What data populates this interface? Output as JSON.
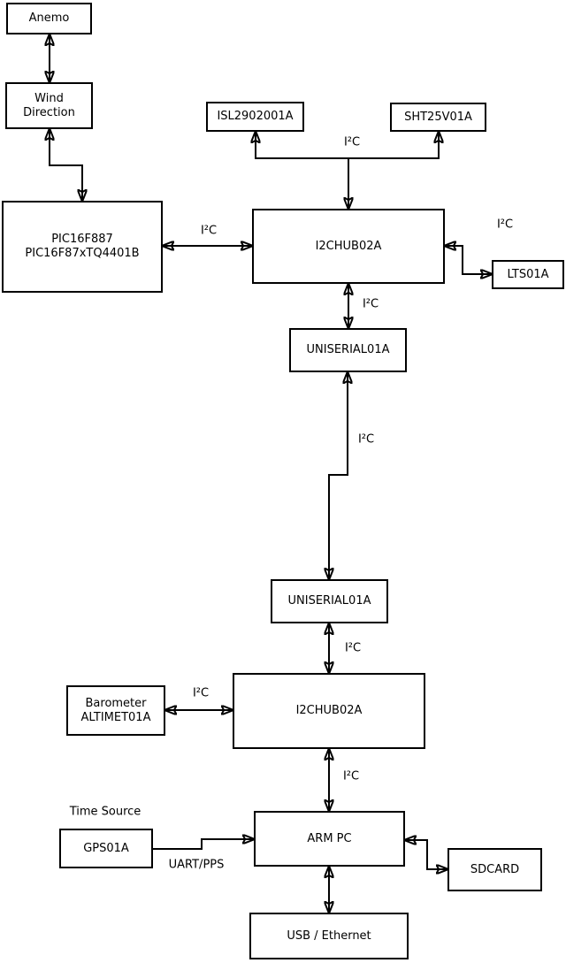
{
  "colors": {
    "line": "#000000",
    "box_fill": "#ffffff",
    "background": "#ffffff"
  },
  "nodes": [
    {
      "id": "anemo",
      "label": "Anemo"
    },
    {
      "id": "wind",
      "label": "Wind\nDirection"
    },
    {
      "id": "pic",
      "label": "PIC16F887\nPIC16F87xTQ4401B"
    },
    {
      "id": "isl",
      "label": "ISL2902001A"
    },
    {
      "id": "sht",
      "label": "SHT25V01A"
    },
    {
      "id": "i2chub-1",
      "label": "I2CHUB02A"
    },
    {
      "id": "lts",
      "label": "LTS01A"
    },
    {
      "id": "uniserial-1",
      "label": "UNISERIAL01A"
    },
    {
      "id": "uniserial-2",
      "label": "UNISERIAL01A"
    },
    {
      "id": "barometer",
      "label": "Barometer\nALTIMET01A"
    },
    {
      "id": "i2chub-2",
      "label": "I2CHUB02A"
    },
    {
      "id": "armpc",
      "label": "ARM PC"
    },
    {
      "id": "gps",
      "label": "GPS01A"
    },
    {
      "id": "sdcard",
      "label": "SDCARD"
    },
    {
      "id": "usb",
      "label": "USB / Ethernet"
    }
  ],
  "labels": [
    {
      "id": "i2c-bus-top",
      "text": "I²C"
    },
    {
      "id": "i2c-pic-hub1",
      "text": "I²C"
    },
    {
      "id": "i2c-hub1-lts",
      "text": "I²C"
    },
    {
      "id": "i2c-hub1-uniserial1",
      "text": "I²C"
    },
    {
      "id": "i2c-uniserial-link",
      "text": "I²C"
    },
    {
      "id": "i2c-uniserial2-hub2",
      "text": "I²C"
    },
    {
      "id": "i2c-barometer-hub2",
      "text": "I²C"
    },
    {
      "id": "i2c-hub2-armpc",
      "text": "I²C"
    },
    {
      "id": "uart-pps",
      "text": "UART/PPS"
    },
    {
      "id": "time-source",
      "text": "Time Source"
    }
  ],
  "edges": [
    {
      "from": "Anemo",
      "to": "Wind Direction",
      "arrows": "both"
    },
    {
      "from": "Wind Direction",
      "to": "PIC16F887 PIC16F87xTQ4401B",
      "arrows": "both"
    },
    {
      "from": "PIC16F887 PIC16F87xTQ4401B",
      "to": "I2CHUB02A (top)",
      "arrows": "both",
      "label": "I²C"
    },
    {
      "from": "I2CHUB02A (top)",
      "to": "ISL2902001A / SHT25V01A",
      "arrows": "both",
      "label": "I²C"
    },
    {
      "from": "I2CHUB02A (top)",
      "to": "LTS01A",
      "arrows": "both",
      "label": "I²C"
    },
    {
      "from": "I2CHUB02A (top)",
      "to": "UNISERIAL01A (upper)",
      "arrows": "both",
      "label": "I²C"
    },
    {
      "from": "UNISERIAL01A (upper)",
      "to": "UNISERIAL01A (lower)",
      "arrows": "both",
      "label": "I²C"
    },
    {
      "from": "UNISERIAL01A (lower)",
      "to": "I2CHUB02A (bottom)",
      "arrows": "both",
      "label": "I²C"
    },
    {
      "from": "Barometer ALTIMET01A",
      "to": "I2CHUB02A (bottom)",
      "arrows": "both",
      "label": "I²C"
    },
    {
      "from": "I2CHUB02A (bottom)",
      "to": "ARM PC",
      "arrows": "both",
      "label": "I²C"
    },
    {
      "from": "GPS01A",
      "to": "ARM PC",
      "arrows": "end",
      "label": "UART/PPS"
    },
    {
      "from": "ARM PC",
      "to": "SDCARD",
      "arrows": "both"
    },
    {
      "from": "ARM PC",
      "to": "USB / Ethernet",
      "arrows": "both"
    }
  ]
}
